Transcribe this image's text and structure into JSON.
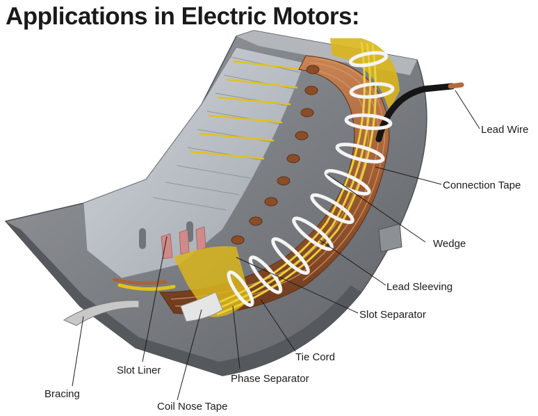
{
  "title": "Applications in Electric Motors:",
  "labels": {
    "lead_wire": "Lead Wire",
    "connection_tape": "Connection Tape",
    "wedge": "Wedge",
    "lead_sleeving": "Lead Sleeving",
    "slot_separator": "Slot Separator",
    "tie_cord": "Tie Cord",
    "phase_separator": "Phase Separator",
    "slot_liner": "Slot Liner",
    "bracing": "Bracing",
    "coil_nose_tape": "Coil Nose Tape"
  },
  "colors": {
    "frame": "#7d7f83",
    "core": "#b9bec4",
    "copper": "#a8643a",
    "yellow": "#e2c21a",
    "slot_liner": "#d08a8a",
    "tape": "#f2f2f2",
    "leader": "#1a1a1a"
  }
}
